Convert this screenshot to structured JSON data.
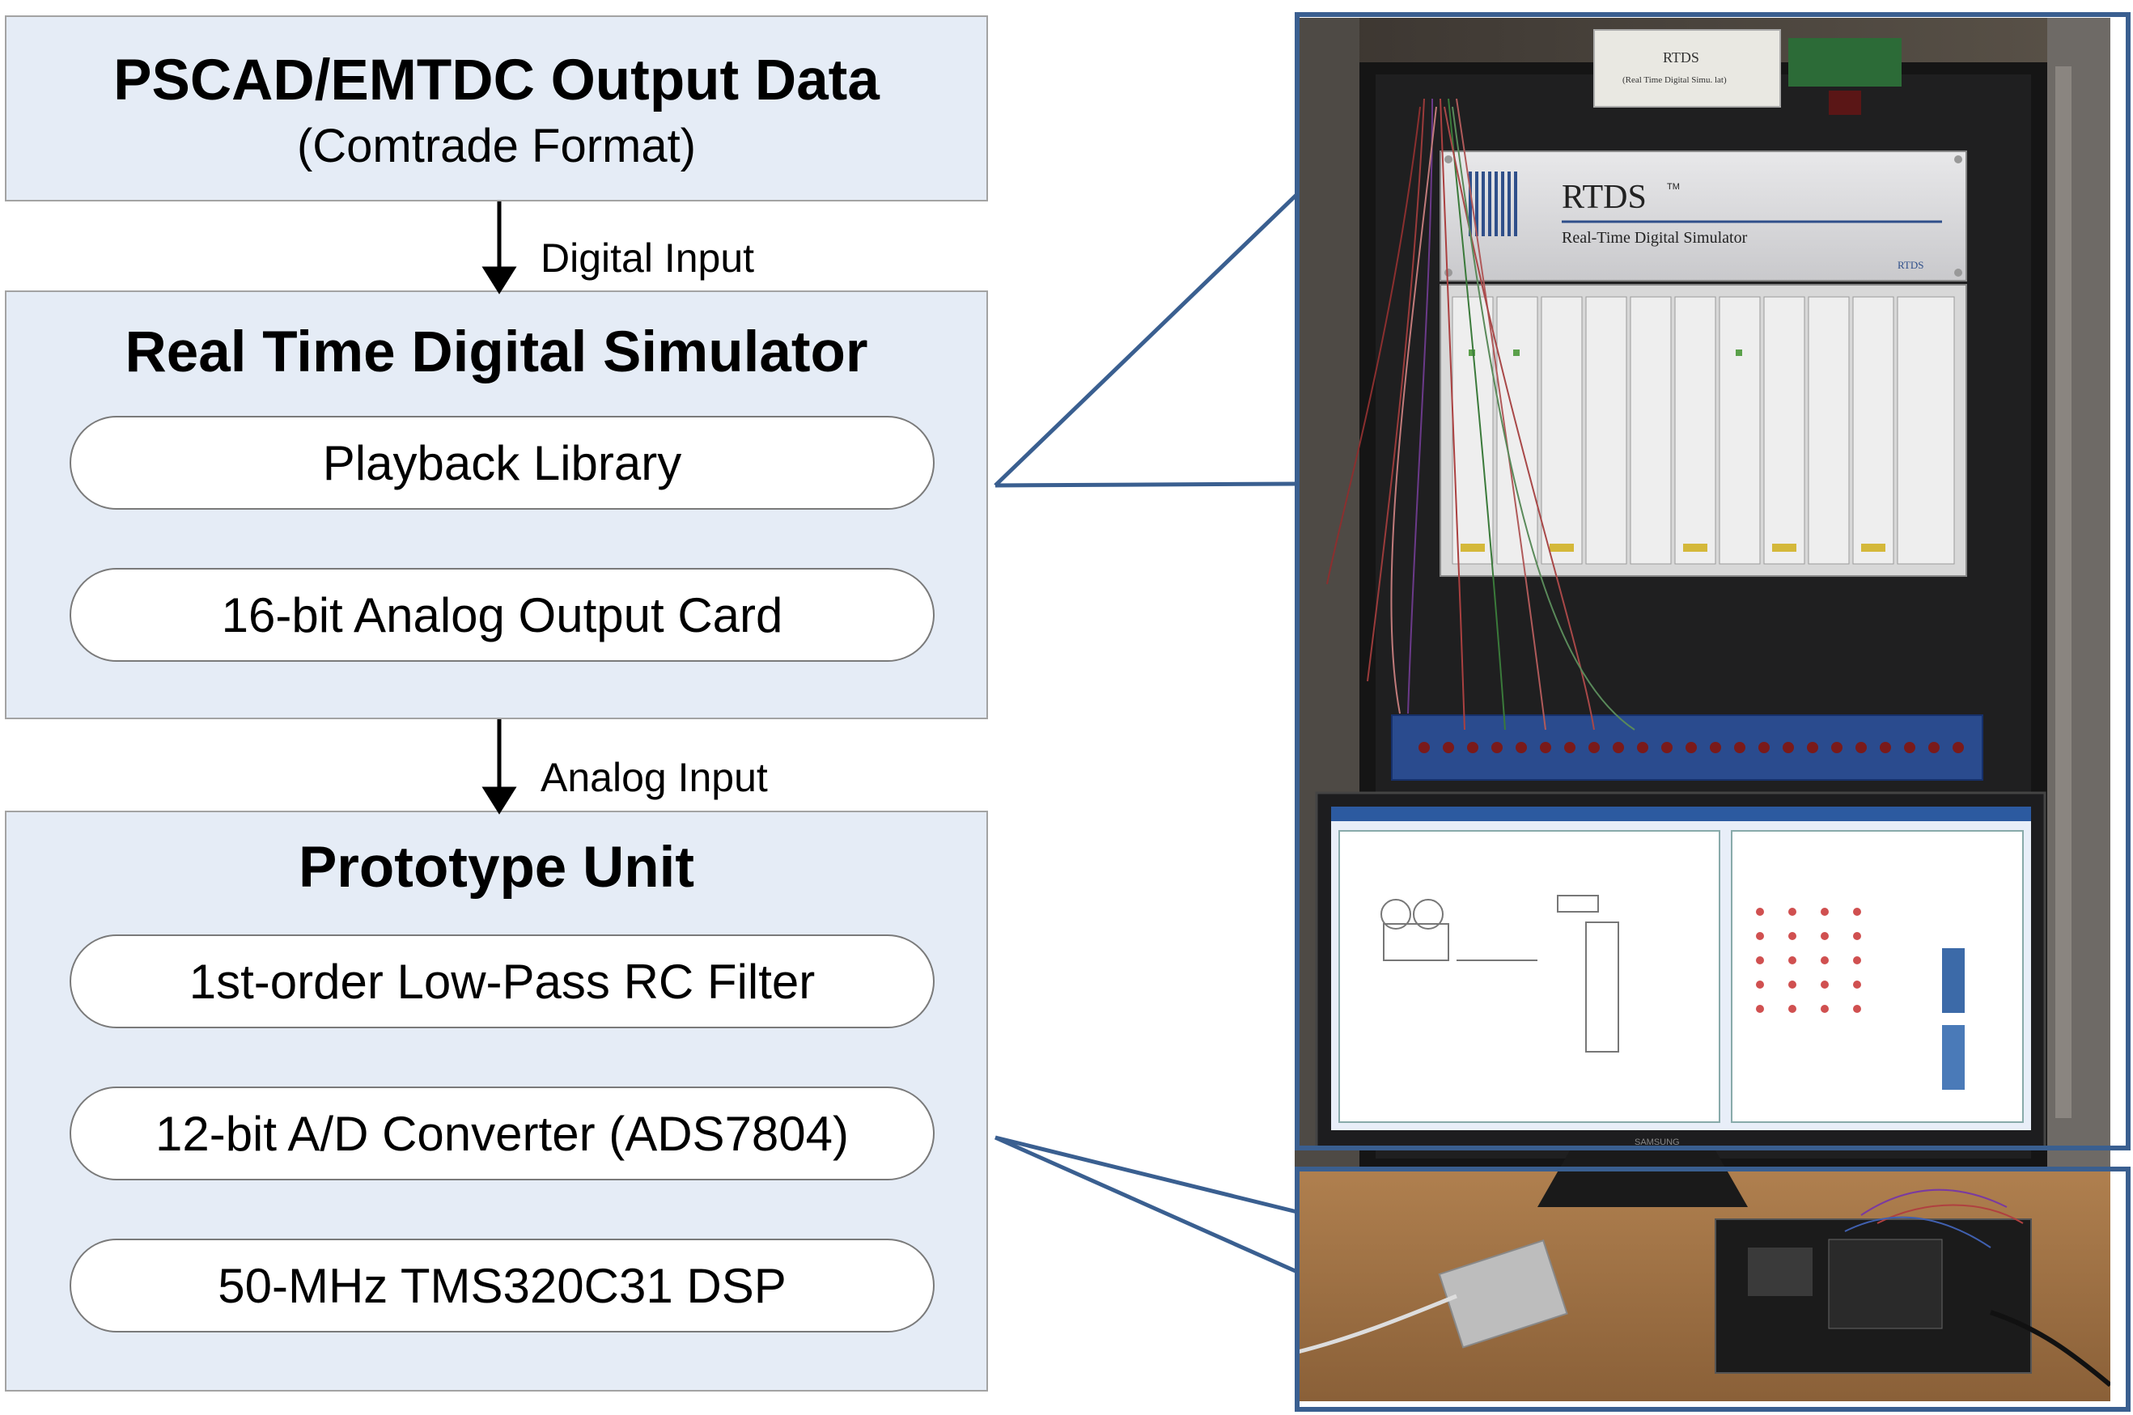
{
  "blocks": {
    "source": {
      "title": "PSCAD/EMTDC Output Data",
      "subtitle": "(Comtrade Format)"
    },
    "simulator": {
      "title": "Real Time Digital Simulator",
      "items": [
        "Playback Library",
        "16-bit Analog Output Card"
      ]
    },
    "prototype": {
      "title": "Prototype Unit",
      "items": [
        "1st-order Low-Pass RC Filter",
        "12-bit A/D Converter (ADS7804)",
        "50-MHz TMS320C31 DSP"
      ]
    }
  },
  "flows": {
    "digital": "Digital Input",
    "analog": "Analog Input"
  },
  "photo": {
    "rack_label": "RTDS",
    "rack_trademark": "TM",
    "rack_subtitle": "Real-Time Digital Simulator",
    "top_tag_line1": "RTDS",
    "top_tag_line2": "(Real Time Digital Simu. lat)",
    "logo_small": "RTDS",
    "monitor_brand": "SAMSUNG"
  },
  "colors": {
    "box_fill": "#e5ecf6",
    "box_border": "#a3a3a3",
    "callout_blue": "#3a5f90"
  }
}
